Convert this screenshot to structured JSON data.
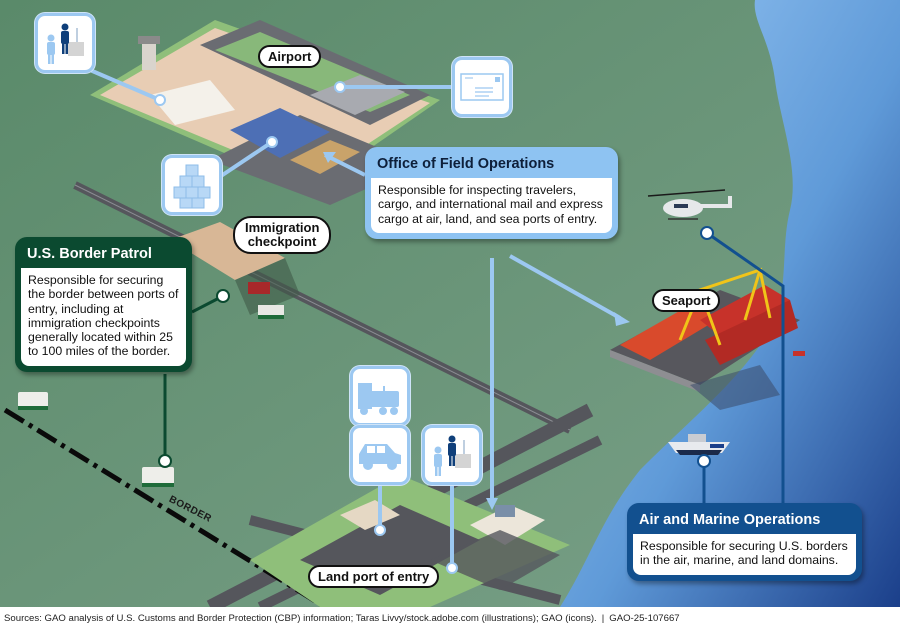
{
  "figure_id": "GAO-25-107667",
  "places": {
    "airport": "Airport",
    "immigration_checkpoint": "Immigration checkpoint",
    "seaport": "Seaport",
    "land_port": "Land port of entry",
    "border": "BORDER"
  },
  "callouts": {
    "office_of_field_operations": {
      "title": "Office of Field Operations",
      "description": "Responsible for inspecting travelers, cargo, and international mail and express cargo at air, land, and sea ports of entry.",
      "color": "#8ec3f2"
    },
    "us_border_patrol": {
      "title": "U.S. Border Patrol",
      "description": "Responsible for securing the border between ports of entry, including at immigration checkpoints generally located within 25 to 100 miles of the border.",
      "color": "#0b4a30"
    },
    "air_and_marine_operations": {
      "title": "Air and Marine Operations",
      "description": "Responsible for securing U.S. borders in the air, marine, and land domains.",
      "color": "#12508f"
    }
  },
  "icons": {
    "airport_travelers": "traveler-inspection-icon",
    "mail": "international-mail-icon",
    "cargo": "cargo-boxes-icon",
    "truck": "commercial-truck-icon",
    "car": "passenger-vehicle-icon",
    "land_travelers": "traveler-inspection-icon"
  },
  "footer": {
    "sources": "Sources: GAO analysis of U.S. Customs and Border Protection (CBP) information; Taras Livvy/stock.adobe.com (illustrations); GAO (icons).",
    "separator": "|",
    "report_number": "GAO-25-107667"
  }
}
